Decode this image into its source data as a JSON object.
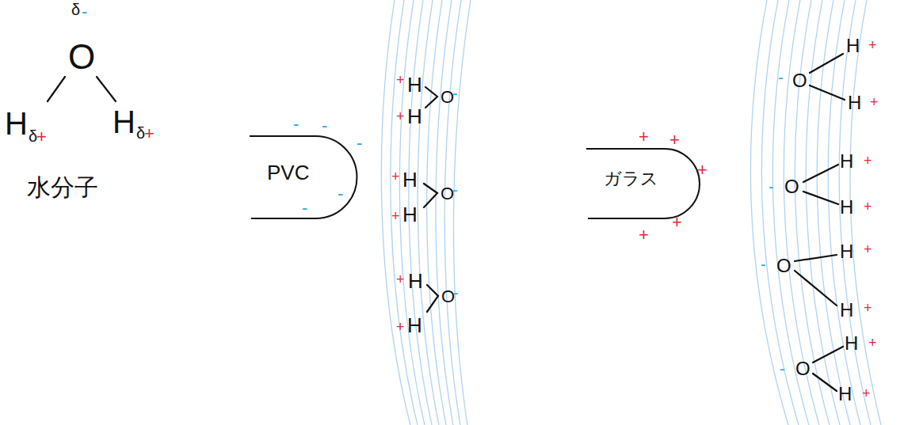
{
  "diagram": {
    "nodes": [
      {
        "text": [
          "PVC"
        ]
      },
      {
        "text": [
          "ガラス"
        ]
      }
    ],
    "labels": [
      "δ",
      "-",
      "O",
      "H",
      "δ",
      "+",
      "H",
      "δ",
      "+",
      "水分子",
      "-",
      "-",
      "-",
      "-",
      "-",
      "+",
      "H",
      "+",
      "H",
      "O",
      "-",
      "+",
      "H",
      "+",
      "H",
      "O",
      "-",
      "+",
      "H",
      "+",
      "H",
      "O",
      "-",
      "+",
      "+",
      "+",
      "+",
      "+",
      "-",
      "O",
      "H",
      "+",
      "H",
      "+",
      "-",
      "O",
      "H",
      "+",
      "H",
      "+",
      "-",
      "O",
      "H",
      "+",
      "H",
      "+",
      "-",
      "O",
      "H",
      "+",
      "H",
      "+"
    ]
  }
}
